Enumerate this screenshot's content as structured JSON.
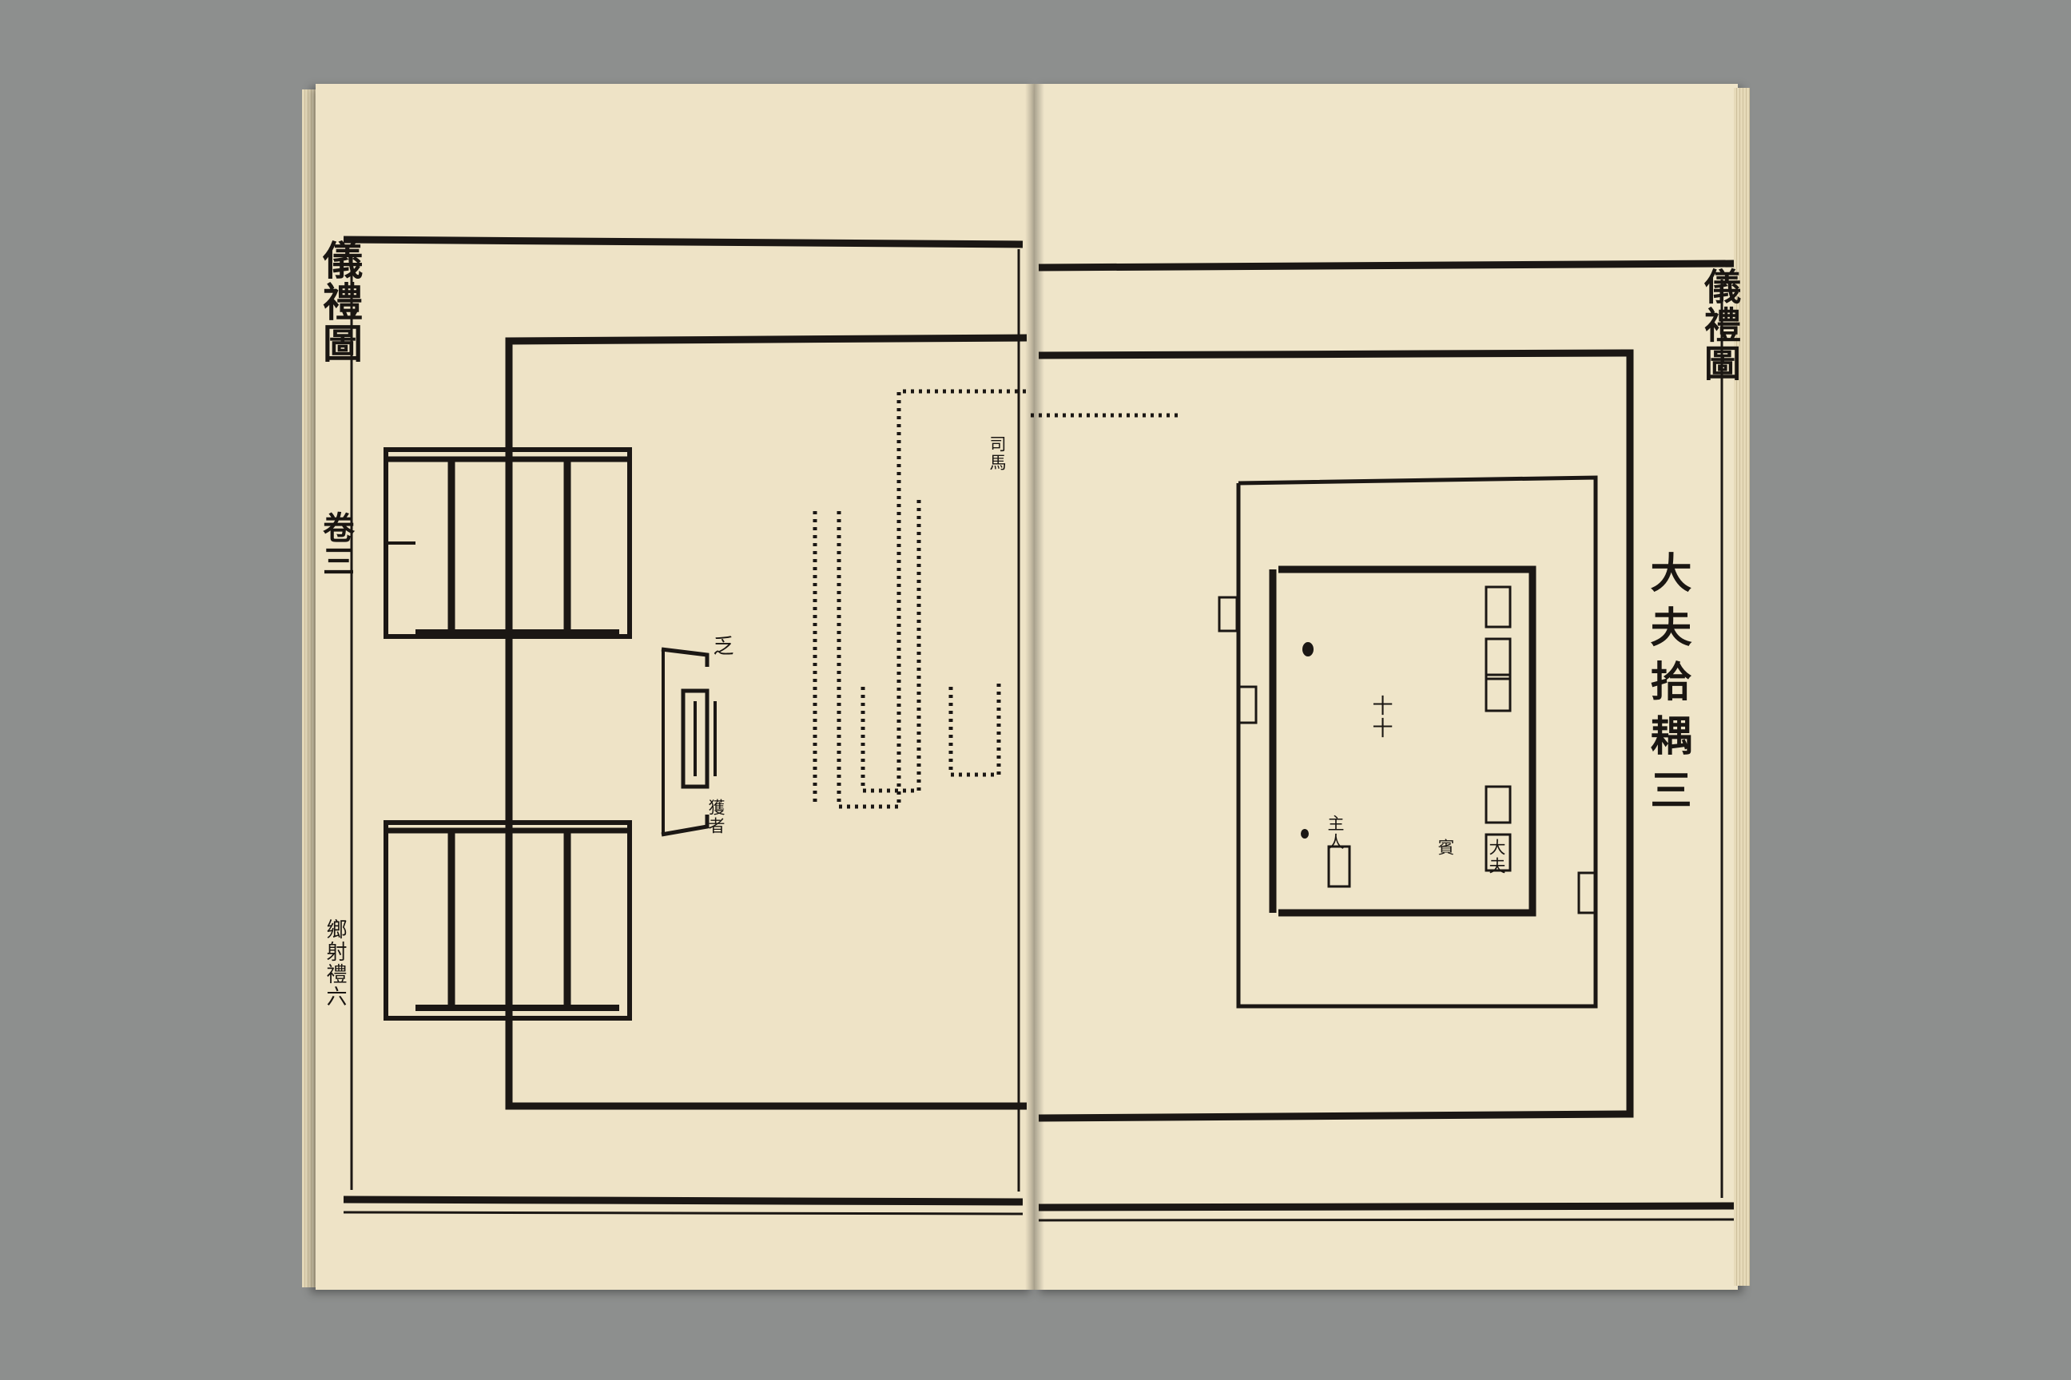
{
  "left_page": {
    "spine_title": "儀禮圖",
    "spine_volume": "卷三",
    "section_label": "鄉射禮六",
    "labels": {
      "sima": "司馬",
      "biao": "乏",
      "target_note": "獲者"
    }
  },
  "right_page": {
    "spine_title": "儀禮圖",
    "main_title": "大夫拾耦三",
    "labels": {
      "ten": "十十",
      "zhu_ren": "主人",
      "bin": "賓",
      "da_fu": "大夫"
    }
  }
}
